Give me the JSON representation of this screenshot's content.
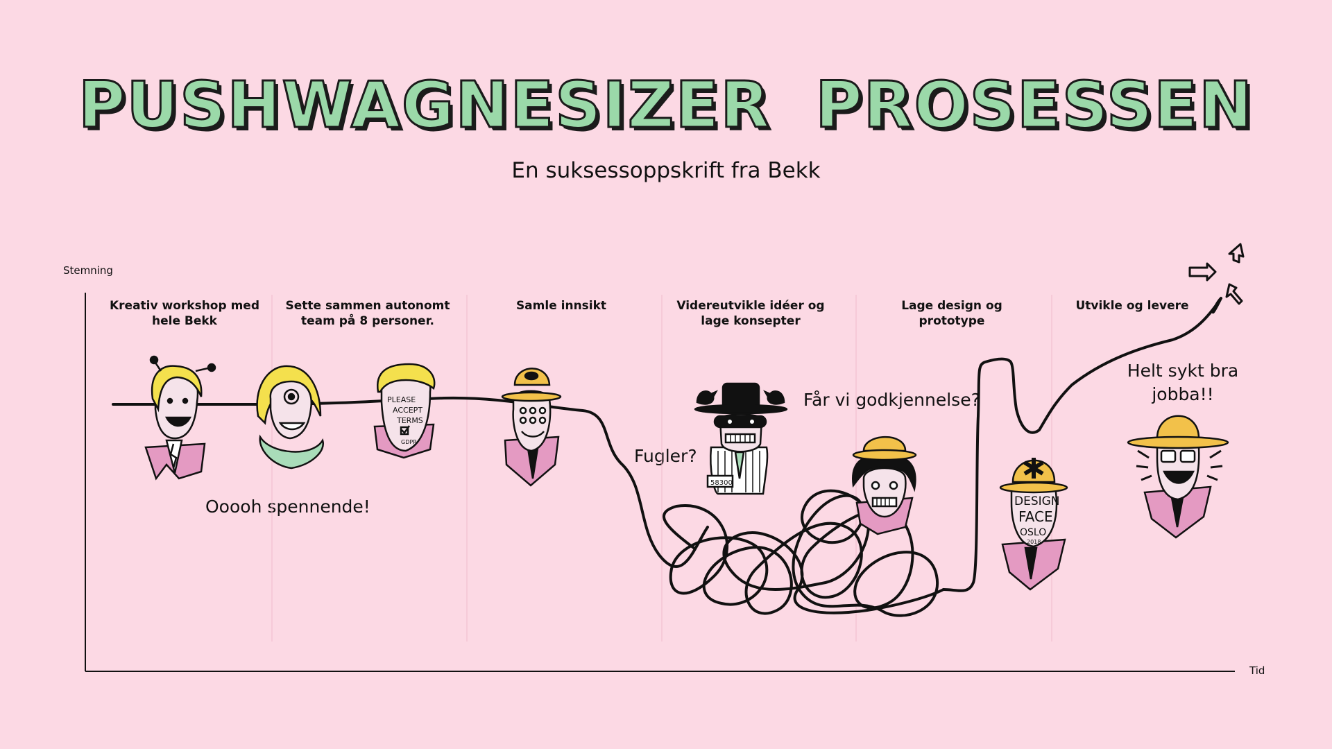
{
  "title": "PUSHWAGNESIZER PROSESSEN",
  "subtitle": "En suksessoppskrift fra Bekk",
  "axes": {
    "y_label": "Stemning",
    "x_label": "Tid"
  },
  "phases": [
    {
      "label": "Kreativ workshop med hele Bekk"
    },
    {
      "label": "Sette sammen autonomt team på 8 personer."
    },
    {
      "label": "Samle innsikt"
    },
    {
      "label": "Videreutvikle idéer og lage konsepter"
    },
    {
      "label": "Lage design og prototype"
    },
    {
      "label": "Utvikle og levere"
    }
  ],
  "annotations": {
    "exciting": "Ooooh spennende!",
    "birds": "Fugler?",
    "approval": "Får vi godkjennelse?",
    "great_job": "Helt sykt bra jobba!!"
  },
  "characters": {
    "sign_text_1": "PLEASE",
    "sign_text_2": "ACCEPT",
    "sign_text_3": "TERMS",
    "gdpr": "GDPR",
    "prisoner_number": "58300",
    "design_1": "DESIGN",
    "design_2": "FACE",
    "design_3": "OSLO",
    "design_4": "2018"
  },
  "colors": {
    "background": "#fcd9e4",
    "title_fill": "#9bd9a9",
    "hat_yellow": "#f2c14a",
    "hair_yellow": "#f4e04d",
    "suit_pink": "#e49ac2",
    "mint": "#a9dcb9",
    "skin": "#f5e3ea",
    "ink": "#111111"
  }
}
